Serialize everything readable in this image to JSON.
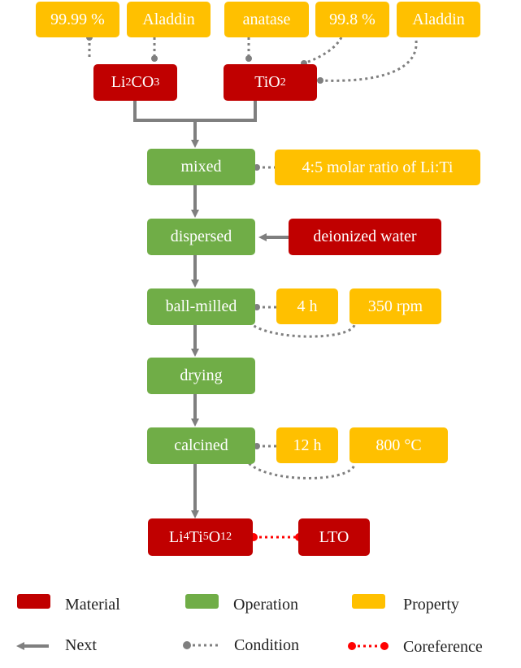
{
  "colors": {
    "material": "#c00000",
    "operation": "#70ad47",
    "property": "#ffc000",
    "next_arrow": "#7f7f7f",
    "condition_link": "#7f7f7f",
    "coreference_link": "#ff0000"
  },
  "nodes": {
    "purity_li2co3": "99.99 %",
    "supplier_li2co3": "Aladdin",
    "phase_tio2": "anatase",
    "purity_tio2": "99.8 %",
    "supplier_tio2": "Aladdin",
    "li2co3": {
      "main": "Li",
      "sub1": "2",
      "mid": "CO",
      "sub2": "3"
    },
    "tio2": {
      "main": "TiO",
      "sub1": "2"
    },
    "mixed": "mixed",
    "molar_ratio": "4:5 molar ratio of Li:Ti",
    "dispersed": "dispersed",
    "deionized_water": "deionized water",
    "ball_milled": "ball-milled",
    "milling_time": "4 h",
    "milling_speed": "350 rpm",
    "drying": "drying",
    "calcined": "calcined",
    "calcination_time": "12 h",
    "calcination_temp": "800 °C",
    "lto_formula": {
      "a": "Li",
      "s1": "4",
      "b": "Ti",
      "s2": "5",
      "c": "O",
      "s3": "12"
    },
    "lto": "LTO"
  },
  "legend": {
    "material": "Material",
    "operation": "Operation",
    "property": "Property",
    "next": "Next",
    "condition": "Condition",
    "coreference": "Coreference"
  }
}
